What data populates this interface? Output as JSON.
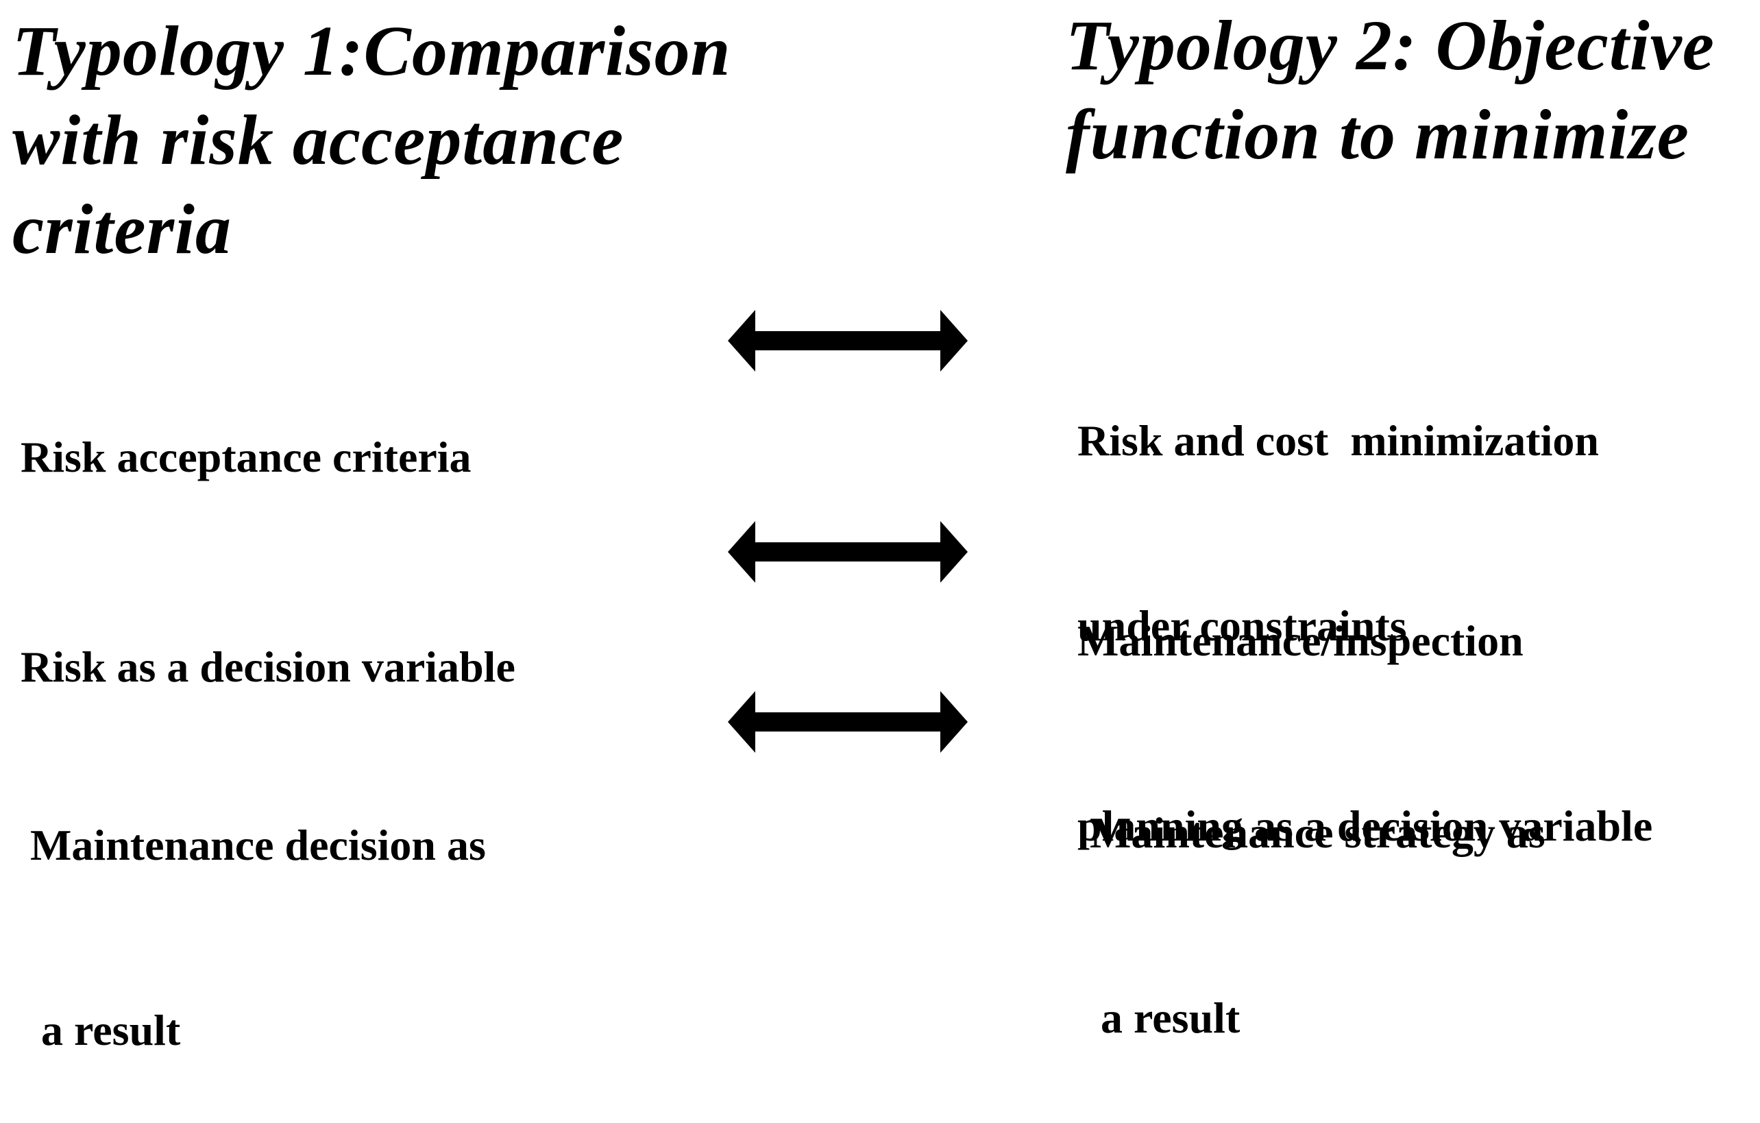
{
  "left_heading": {
    "lines": [
      "Typology 1:Comparison",
      "with risk acceptance",
      "criteria"
    ]
  },
  "right_heading": {
    "lines": [
      "Typology 2: Objective",
      "function to minimize"
    ]
  },
  "rows": [
    {
      "left": {
        "lines": [
          "Risk acceptance criteria"
        ]
      },
      "right": {
        "lines": [
          "Risk and cost  minimization",
          "under constraints"
        ]
      }
    },
    {
      "left": {
        "lines": [
          "Risk as a decision variable"
        ]
      },
      "right": {
        "lines": [
          "Maintenance/inspection",
          "planning as a decision variable"
        ]
      }
    },
    {
      "left": {
        "lines": [
          "Maintenance decision as",
          " a result"
        ]
      },
      "right": {
        "lines": [
          "Maintenance strategy as",
          " a result"
        ]
      }
    }
  ],
  "arrow_icon": "double-headed-arrow-icon",
  "colors": {
    "text": "#000000",
    "arrow": "#000000",
    "background": "#ffffff"
  }
}
